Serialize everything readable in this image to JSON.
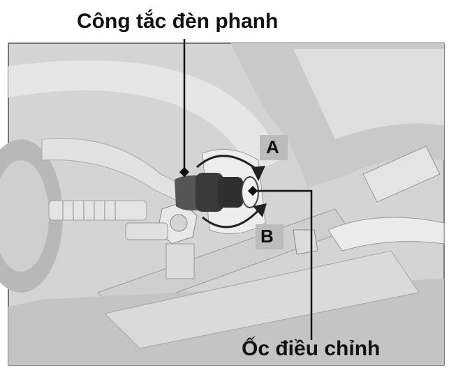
{
  "labels": {
    "switch": "Công tắc đèn phanh",
    "adjuster": "Ốc điều chỉnh",
    "direction_a": "A",
    "direction_b": "B"
  },
  "colors": {
    "background": "#d4d4d4",
    "part_light": "#ececec",
    "part_mid": "#c6c6c6",
    "switch_body": "#3c3c3c",
    "leader": "#111111"
  }
}
